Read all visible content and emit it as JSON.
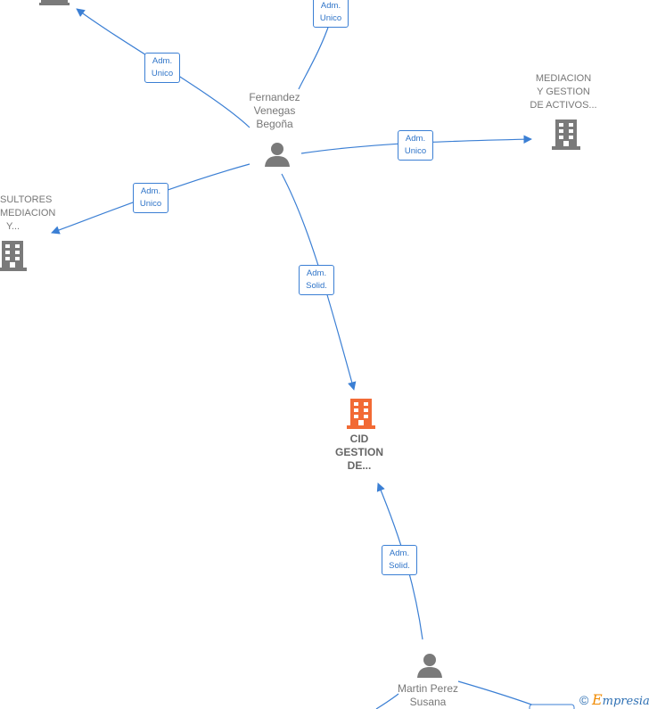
{
  "nodes": {
    "fernandez": {
      "lines": [
        "Fernandez",
        "Venegas",
        "Begoña"
      ]
    },
    "mediacion": {
      "lines": [
        "MEDIACION",
        "Y GESTION",
        "DE ACTIVOS..."
      ]
    },
    "consultores": {
      "lines": [
        "SULTORES",
        "MEDIACION",
        "Y..."
      ]
    },
    "cid": {
      "lines": [
        "CID",
        "GESTION",
        "DE..."
      ]
    },
    "martin": {
      "lines": [
        "Martin Perez",
        "Susana"
      ]
    }
  },
  "edges": {
    "top": {
      "lines": [
        "Adm.",
        "Unico"
      ]
    },
    "top_left": {
      "lines": [
        "Adm.",
        "Unico"
      ]
    },
    "right": {
      "lines": [
        "Adm.",
        "Unico"
      ]
    },
    "left": {
      "lines": [
        "Adm.",
        "Unico"
      ]
    },
    "to_cid_top": {
      "lines": [
        "Adm.",
        "Solid."
      ]
    },
    "to_cid_bottom": {
      "lines": [
        "Adm.",
        "Solid."
      ]
    }
  },
  "watermark": {
    "copyright": "©",
    "brand_first": "E",
    "brand_rest": "mpresia"
  },
  "colors": {
    "edge": "#3b7fd4",
    "company": "#7a7a7a",
    "focus_company": "#f26a35",
    "person": "#7a7a7a"
  }
}
